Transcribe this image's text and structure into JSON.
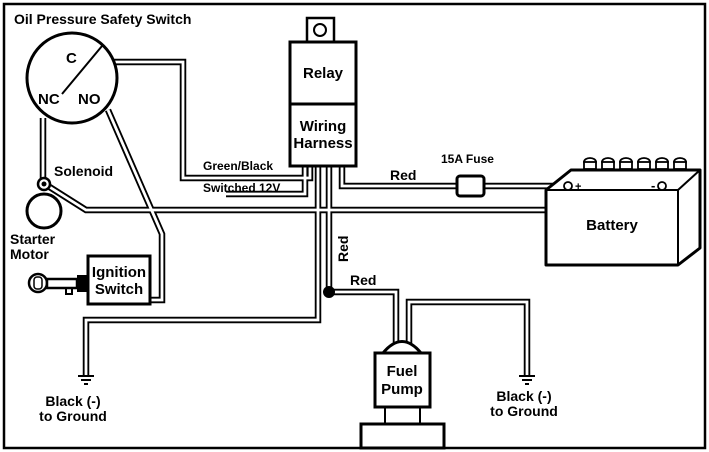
{
  "labels": {
    "oil_switch_title": "Oil Pressure Safety Switch",
    "terminal_c": "C",
    "terminal_nc": "NC",
    "terminal_no": "NO",
    "solenoid": "Solenoid",
    "starter_line1": "Starter",
    "starter_line2": "Motor",
    "ignition_line1": "Ignition",
    "ignition_line2": "Switch",
    "relay": "Relay",
    "harness_line1": "Wiring",
    "harness_line2": "Harness",
    "green_black": "Green/Black",
    "switched_12v": "Switched 12V",
    "red_battery": "Red",
    "fuse": "15A Fuse",
    "battery": "Battery",
    "battery_plus": "+",
    "battery_minus": "-",
    "red_vertical": "Red",
    "red_pump": "Red",
    "fuel_pump_line1": "Fuel",
    "fuel_pump_line2": "Pump",
    "ground_left_line1": "Black (-)",
    "ground_left_line2": "to Ground",
    "ground_right_line1": "Black (-)",
    "ground_right_line2": "to Ground"
  }
}
